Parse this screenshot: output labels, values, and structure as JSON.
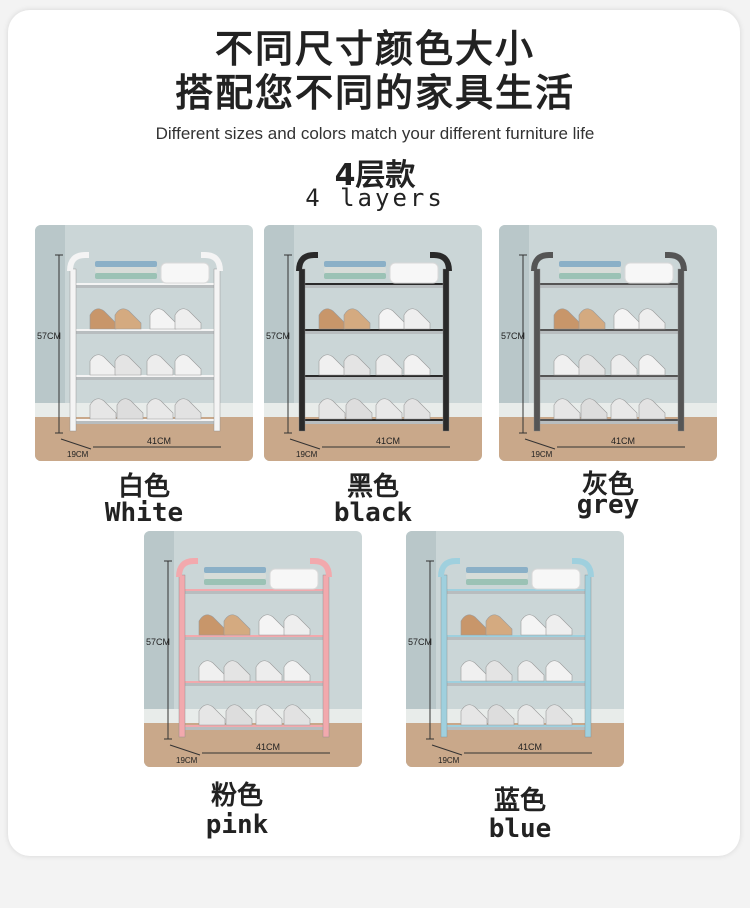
{
  "header": {
    "line1": "不同尺寸颜色大小",
    "line2": "搭配您不同的家具生活",
    "subtitle": "Different sizes and colors match your different furniture life",
    "layers_cn": "4层款",
    "layers_en": "4 layers"
  },
  "dimensions": {
    "height": "57CM",
    "depth": "19CM",
    "width": "41CM"
  },
  "variants": [
    {
      "cn": "白色",
      "en": "White",
      "frame_color": "#f4f4f4"
    },
    {
      "cn": "黑色",
      "en": "black",
      "frame_color": "#2a2a2a"
    },
    {
      "cn": "灰色",
      "en": "grey",
      "frame_color": "#555555"
    },
    {
      "cn": "粉色",
      "en": "pink",
      "frame_color": "#f2a9ad"
    },
    {
      "cn": "蓝色",
      "en": "blue",
      "frame_color": "#9fd0de"
    }
  ]
}
